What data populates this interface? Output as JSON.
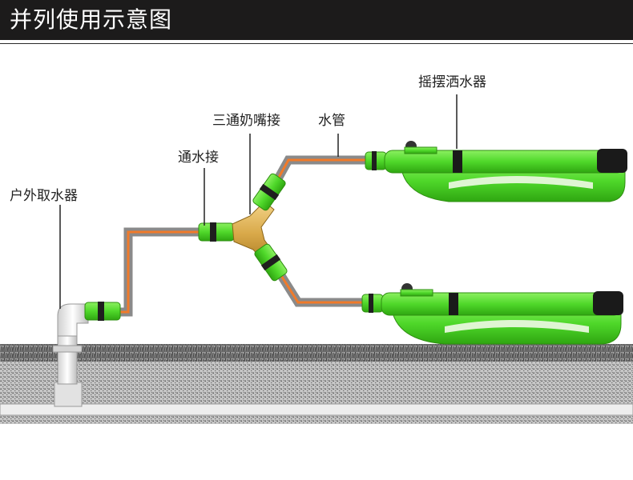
{
  "header": {
    "title": "并列使用示意图"
  },
  "labels": {
    "faucet": "户外取水器",
    "connector": "通水接",
    "three_way": "三通奶嘴接",
    "hose": "水管",
    "sprinkler": "摇摆洒水器"
  },
  "colors": {
    "header_bg": "#1c1b1b",
    "hose_grey": "#8a8a8a",
    "hose_orange": "#f07a2a",
    "fitting_green": "#4fd82a",
    "brass": "#d9a94a",
    "soil": "#6a6a6a"
  }
}
